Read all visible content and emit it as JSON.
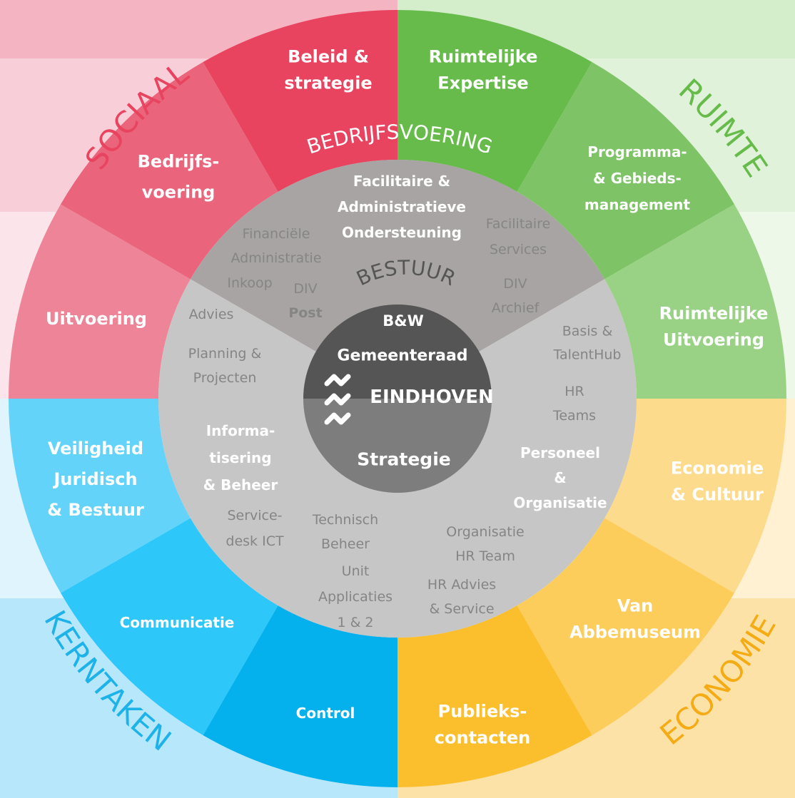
{
  "colors": {
    "sociaal": "#e8435f",
    "ruimte": "#66bb4a",
    "kerntaken": "#1fc0f5",
    "economie": "#fbbf2e",
    "inner_ring": "#c6c6c6",
    "inner_ring_dark": "#a8a4a3",
    "center_top": "#555555",
    "center_bottom": "#7d7d7d"
  },
  "domains": {
    "sociaal": "SOCIAAL",
    "ruimte": "RUIMTE",
    "kerntaken": "KERNTAKEN",
    "economie": "ECONOMIE"
  },
  "outer_segments": {
    "beleid": [
      "Beleid &",
      "strategie"
    ],
    "ruimtelijke_expertise": [
      "Ruimtelijke",
      "Expertise"
    ],
    "programma": [
      "Programma-",
      "& Gebieds-",
      "management"
    ],
    "ruimtelijke_uitvoering": [
      "Ruimtelijke",
      "Uitvoering"
    ],
    "economie_cultuur": [
      "Economie",
      "& Cultuur"
    ],
    "van_abbemuseum": [
      "Van",
      "Abbemuseum"
    ],
    "publiekscontacten": [
      "Publieks-",
      "contacten"
    ],
    "control": [
      "Control"
    ],
    "communicatie": [
      "Communicatie"
    ],
    "veiligheid": [
      "Veiligheid",
      "Juridisch",
      "& Bestuur"
    ],
    "uitvoering": [
      "Uitvoering"
    ],
    "bedrijfsvoering": [
      "Bedrijfs-",
      "voering"
    ]
  },
  "ring_labels": {
    "bedrijfsvoering": "BEDRIJFSVOERING",
    "bestuur": "BESTUUR"
  },
  "units": {
    "facilitaire": [
      "Facilitaire &",
      "Administratieve",
      "Ondersteuning"
    ],
    "informatisering": [
      "Informa-",
      "tisering",
      "& Beheer"
    ],
    "personeel": [
      "Personeel",
      "&",
      "Organisatie"
    ]
  },
  "subunits": {
    "financiele": [
      "Financiële",
      "Administratie"
    ],
    "inkoop": [
      "Inkoop"
    ],
    "div_post": [
      "DIV",
      "Post"
    ],
    "facilitaire_services": [
      "Facilitaire",
      "Services"
    ],
    "div_archief": [
      "DIV",
      "Archief"
    ],
    "advies": [
      "Advies"
    ],
    "planning": [
      "Planning &",
      "Projecten"
    ],
    "servicedesk": [
      "Service-",
      "desk ICT"
    ],
    "technisch": [
      "Technisch",
      "Beheer"
    ],
    "unit_applicaties": [
      "Unit",
      "Applicaties",
      "1 & 2"
    ],
    "basis": [
      "Basis &",
      "TalentHub"
    ],
    "hr_teams": [
      "HR",
      "Teams"
    ],
    "organisatie_hr": [
      "Organisatie",
      "HR Team"
    ],
    "hr_advies": [
      "HR Advies",
      "& Service"
    ]
  },
  "center": {
    "bw": "B&W",
    "gemeenteraad": "Gemeenteraad",
    "city": "EINDHOVEN",
    "strategie": "Strategie"
  }
}
